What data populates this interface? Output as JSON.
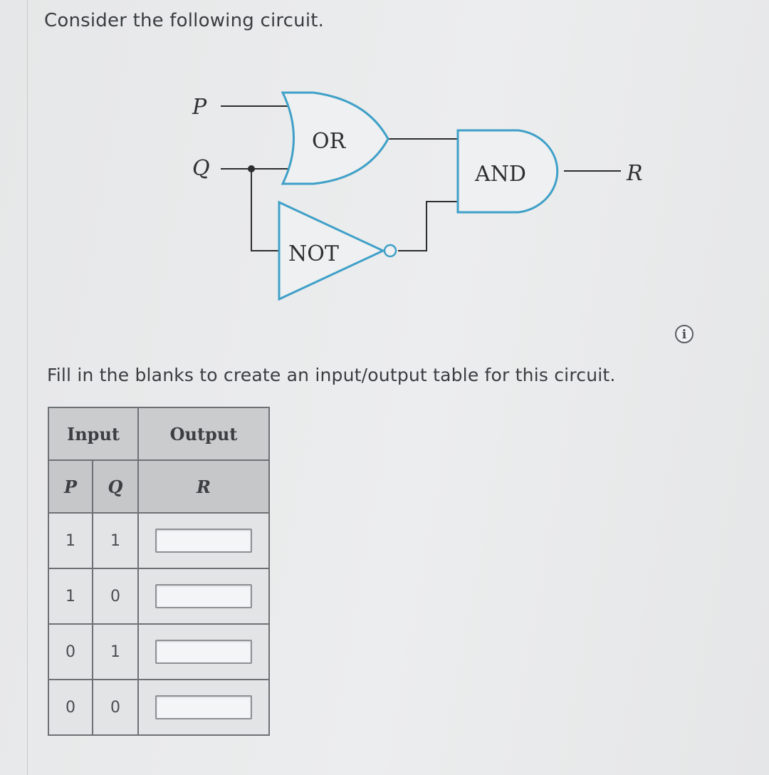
{
  "prompt": {
    "intro": "Consider the following circuit.",
    "instruction": "Fill in the blanks to create an input/output table for this circuit."
  },
  "circuit": {
    "labels": {
      "p": "P",
      "q": "Q",
      "r": "R",
      "or_gate": "OR",
      "and_gate": "AND",
      "not_gate": "NOT"
    },
    "gate_color": "#3fa0c8",
    "wire_color": "#2b2d2f"
  },
  "info_icon": {
    "glyph": "i",
    "icon": "info-icon"
  },
  "table": {
    "header_input": "Input",
    "header_output": "Output",
    "col_p": "P",
    "col_q": "Q",
    "col_r": "R",
    "rows": [
      {
        "p": "1",
        "q": "1",
        "r": ""
      },
      {
        "p": "1",
        "q": "0",
        "r": ""
      },
      {
        "p": "0",
        "q": "1",
        "r": ""
      },
      {
        "p": "0",
        "q": "0",
        "r": ""
      }
    ]
  }
}
